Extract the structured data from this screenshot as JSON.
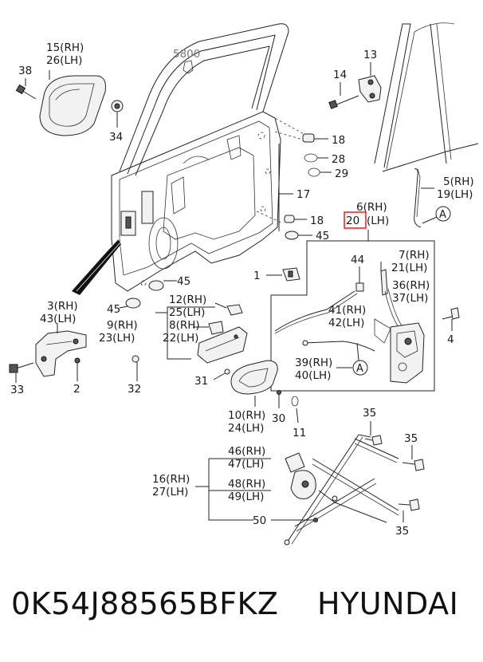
{
  "callouts": [
    {
      "id": "c15",
      "text": "15(RH)"
    },
    {
      "id": "c26",
      "text": "26(LH)"
    },
    {
      "id": "c38",
      "text": "38"
    },
    {
      "id": "c34",
      "text": "34"
    },
    {
      "id": "c5800",
      "text": "5800"
    },
    {
      "id": "c13",
      "text": "13"
    },
    {
      "id": "c14",
      "text": "14"
    },
    {
      "id": "c18a",
      "text": "18"
    },
    {
      "id": "c28",
      "text": "28"
    },
    {
      "id": "c29",
      "text": "29"
    },
    {
      "id": "c17",
      "text": "17"
    },
    {
      "id": "c5",
      "text": "5(RH)"
    },
    {
      "id": "c19",
      "text": "19(LH)"
    },
    {
      "id": "cA1",
      "text": "A"
    },
    {
      "id": "c6",
      "text": "6(RH)"
    },
    {
      "id": "c20",
      "text": "20"
    },
    {
      "id": "c20lh",
      "text": "(LH)"
    },
    {
      "id": "c18b",
      "text": "18"
    },
    {
      "id": "c45a",
      "text": "45"
    },
    {
      "id": "c1",
      "text": "1"
    },
    {
      "id": "c44",
      "text": "44"
    },
    {
      "id": "c7",
      "text": "7(RH)"
    },
    {
      "id": "c21",
      "text": "21(LH)"
    },
    {
      "id": "c45b",
      "text": "45"
    },
    {
      "id": "c45c",
      "text": "45"
    },
    {
      "id": "c36",
      "text": "36(RH)"
    },
    {
      "id": "c37",
      "text": "37(LH)"
    },
    {
      "id": "c12",
      "text": "12(RH)"
    },
    {
      "id": "c25",
      "text": "25(LH)"
    },
    {
      "id": "c3",
      "text": "3(RH)"
    },
    {
      "id": "c43",
      "text": "43(LH)"
    },
    {
      "id": "c41",
      "text": "41(RH)"
    },
    {
      "id": "c42",
      "text": "42(LH)"
    },
    {
      "id": "c9",
      "text": "9(RH)"
    },
    {
      "id": "c23",
      "text": "23(LH)"
    },
    {
      "id": "c8",
      "text": "8(RH)"
    },
    {
      "id": "c22",
      "text": "22(LH)"
    },
    {
      "id": "c4",
      "text": "4"
    },
    {
      "id": "c39",
      "text": "39(RH)"
    },
    {
      "id": "c40",
      "text": "40(LH)"
    },
    {
      "id": "cA2",
      "text": "A"
    },
    {
      "id": "c33",
      "text": "33"
    },
    {
      "id": "c2",
      "text": "2"
    },
    {
      "id": "c32",
      "text": "32"
    },
    {
      "id": "c31",
      "text": "31"
    },
    {
      "id": "c10",
      "text": "10(RH)"
    },
    {
      "id": "c24",
      "text": "24(LH)"
    },
    {
      "id": "c30",
      "text": "30"
    },
    {
      "id": "c11",
      "text": "11"
    },
    {
      "id": "c35a",
      "text": "35"
    },
    {
      "id": "c35b",
      "text": "35"
    },
    {
      "id": "c35c",
      "text": "35"
    },
    {
      "id": "c46",
      "text": "46(RH)"
    },
    {
      "id": "c47",
      "text": "47(LH)"
    },
    {
      "id": "c16",
      "text": "16(RH)"
    },
    {
      "id": "c27",
      "text": "27(LH)"
    },
    {
      "id": "c48",
      "text": "48(RH)"
    },
    {
      "id": "c49",
      "text": "49(LH)"
    },
    {
      "id": "c50",
      "text": "50"
    }
  ],
  "highlighted_callout": "20",
  "highlight_color": "#e0302a",
  "footer": {
    "part_number": "0K54J88565BFKZ",
    "brand": "HYUNDAI"
  }
}
